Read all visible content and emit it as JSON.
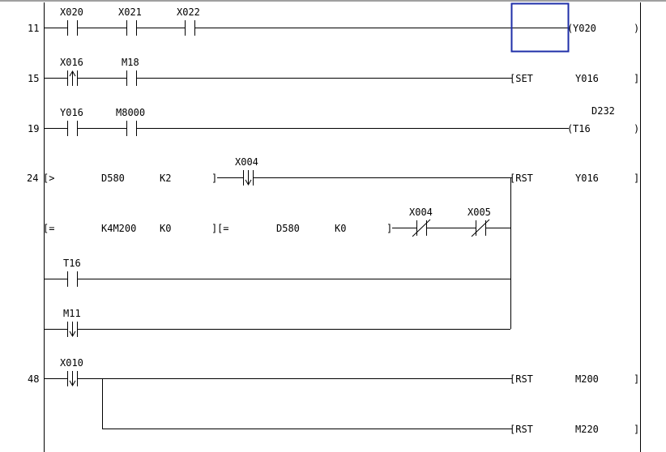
{
  "colors": {
    "cursor": "#1f2fa8",
    "line": "#000000",
    "top_border": "#a0a0a0"
  },
  "rungs": [
    {
      "step": "11",
      "contacts": [
        "X020",
        "X021",
        "X022"
      ],
      "coil": {
        "open": "(",
        "device": "Y020",
        "close": ")"
      }
    },
    {
      "step": "15",
      "contacts": [
        "X016",
        "M18"
      ],
      "instruction": {
        "op": "[SET",
        "device": "Y016",
        "close": "]"
      }
    },
    {
      "step": "19",
      "contacts": [
        "Y016",
        "M8000"
      ],
      "coil": {
        "open": "(",
        "device": "T16",
        "setting": "D232",
        "close": ")"
      }
    },
    {
      "step": "24",
      "compare1": {
        "op": "[>",
        "s1": "D580",
        "s2": "K2",
        "close": "]"
      },
      "contact_falling": "X004",
      "compare2": {
        "op": "[=",
        "s1": "K4M200",
        "s2": "K0",
        "close": "]"
      },
      "compare3": {
        "op": "[=",
        "s1": "D580",
        "s2": "K0",
        "close": "]"
      },
      "nc_contacts": [
        "X004",
        "X005"
      ],
      "parallel": [
        "T16",
        "M11"
      ],
      "instruction": {
        "op": "[RST",
        "device": "Y016",
        "close": "]"
      }
    },
    {
      "step": "48",
      "contact_falling": "X010",
      "instructions": [
        {
          "op": "[RST",
          "device": "M200",
          "close": "]"
        },
        {
          "op": "[RST",
          "device": "M220",
          "close": "]"
        }
      ]
    }
  ]
}
